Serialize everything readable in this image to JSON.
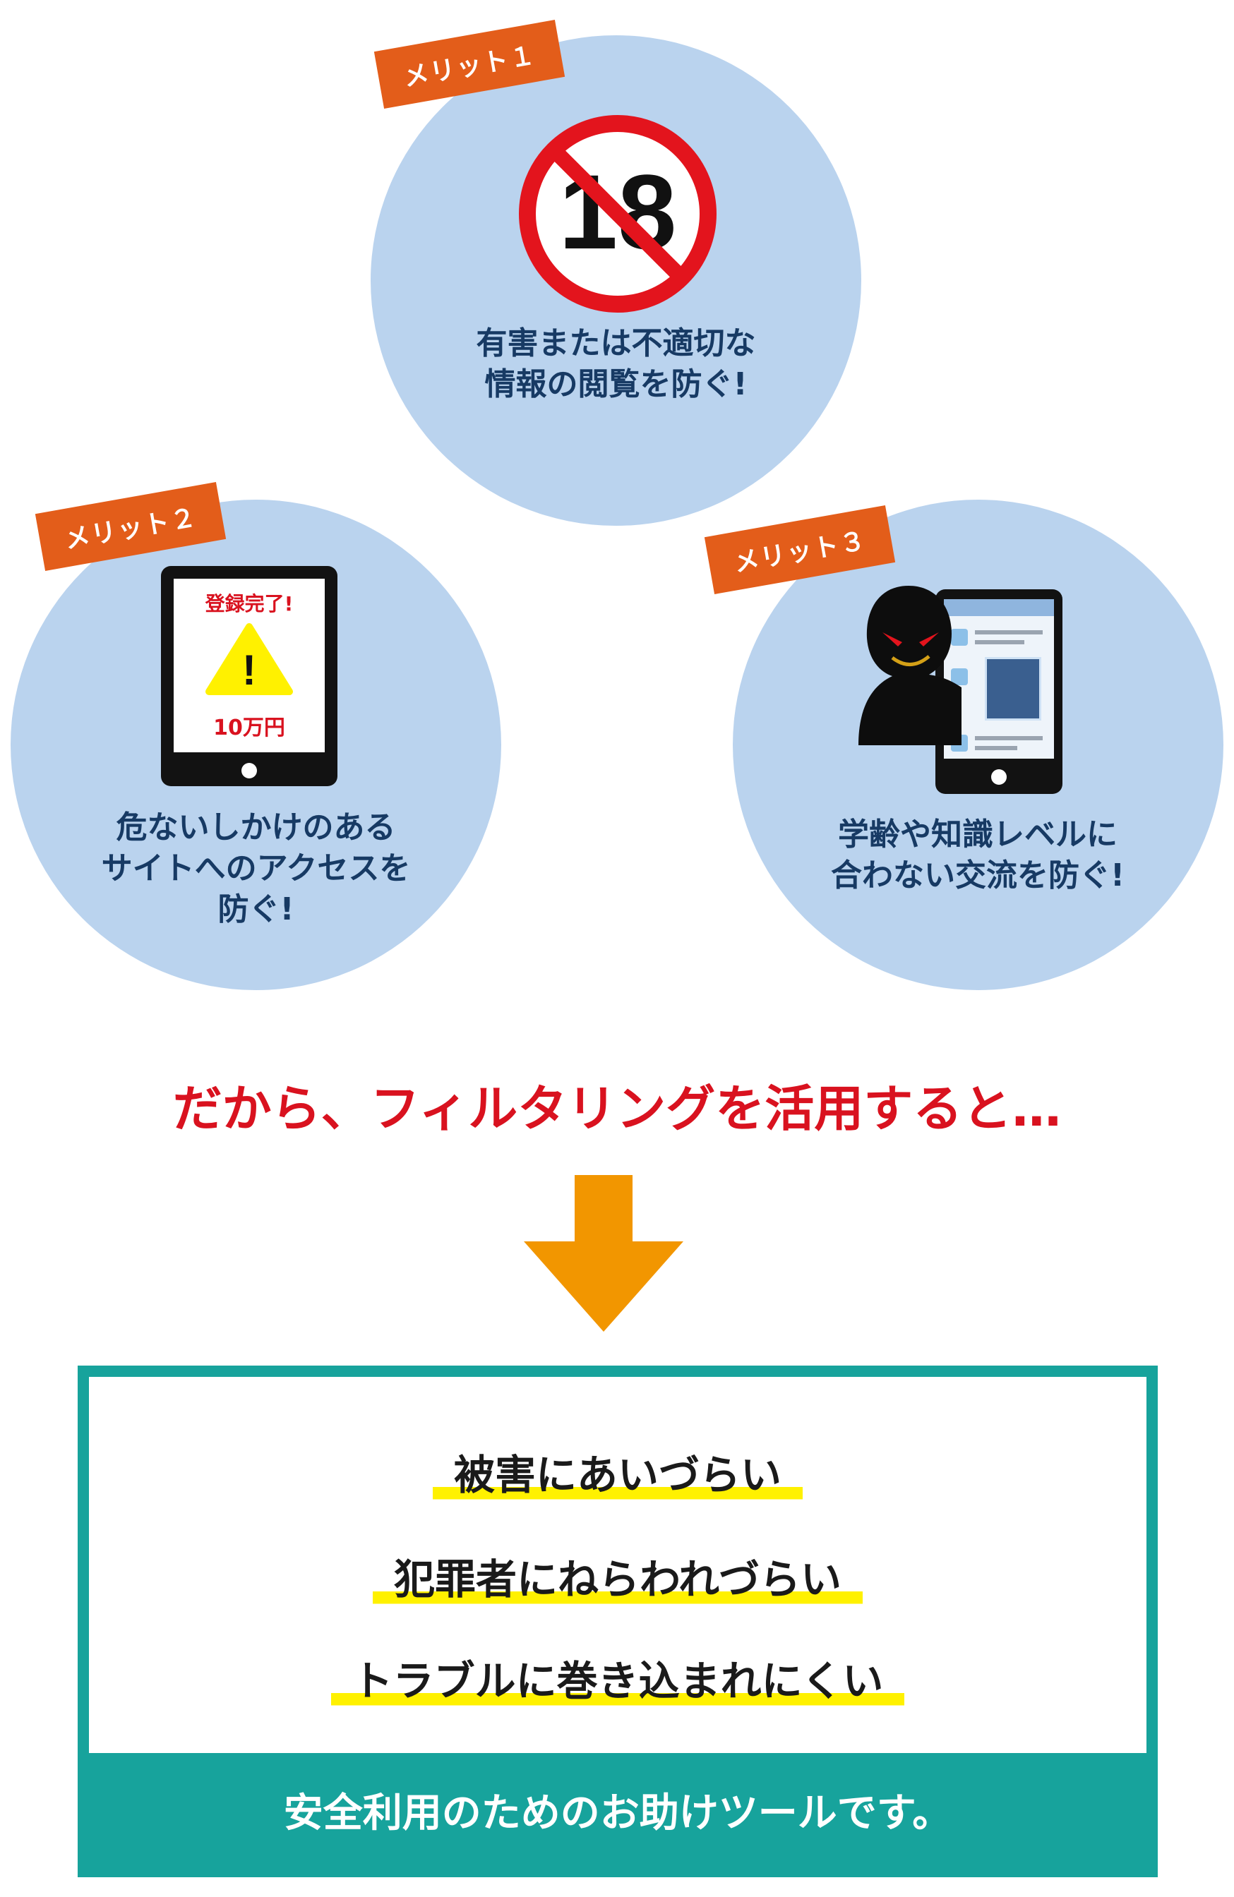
{
  "merits": [
    {
      "tag": "メリット１",
      "caption": "有害または不適切な\n情報の閲覧を防ぐ!",
      "icon_number": "18"
    },
    {
      "tag": "メリット２",
      "caption": "危ないしかけのある\nサイトへのアクセスを\n防ぐ!",
      "screen_title": "登録完了!",
      "screen_warning": "!",
      "screen_amount": "10万円"
    },
    {
      "tag": "メリット３",
      "caption": "学齢や知識レベルに\n合わない交流を防ぐ!"
    }
  ],
  "headline": "だから、フィルタリングを活用すると…",
  "benefits": [
    "被害にあいづらい",
    "犯罪者にねらわれづらい",
    "トラブルに巻き込まれにくい"
  ],
  "footer": "安全利用のためのお助けツールです。",
  "colors": {
    "circle": "#bad3ee",
    "tag": "#e35d1a",
    "caption": "#173a64",
    "headline": "#d9121f",
    "arrow": "#f29600",
    "box": "#17a39c",
    "highlight": "#fff100"
  }
}
